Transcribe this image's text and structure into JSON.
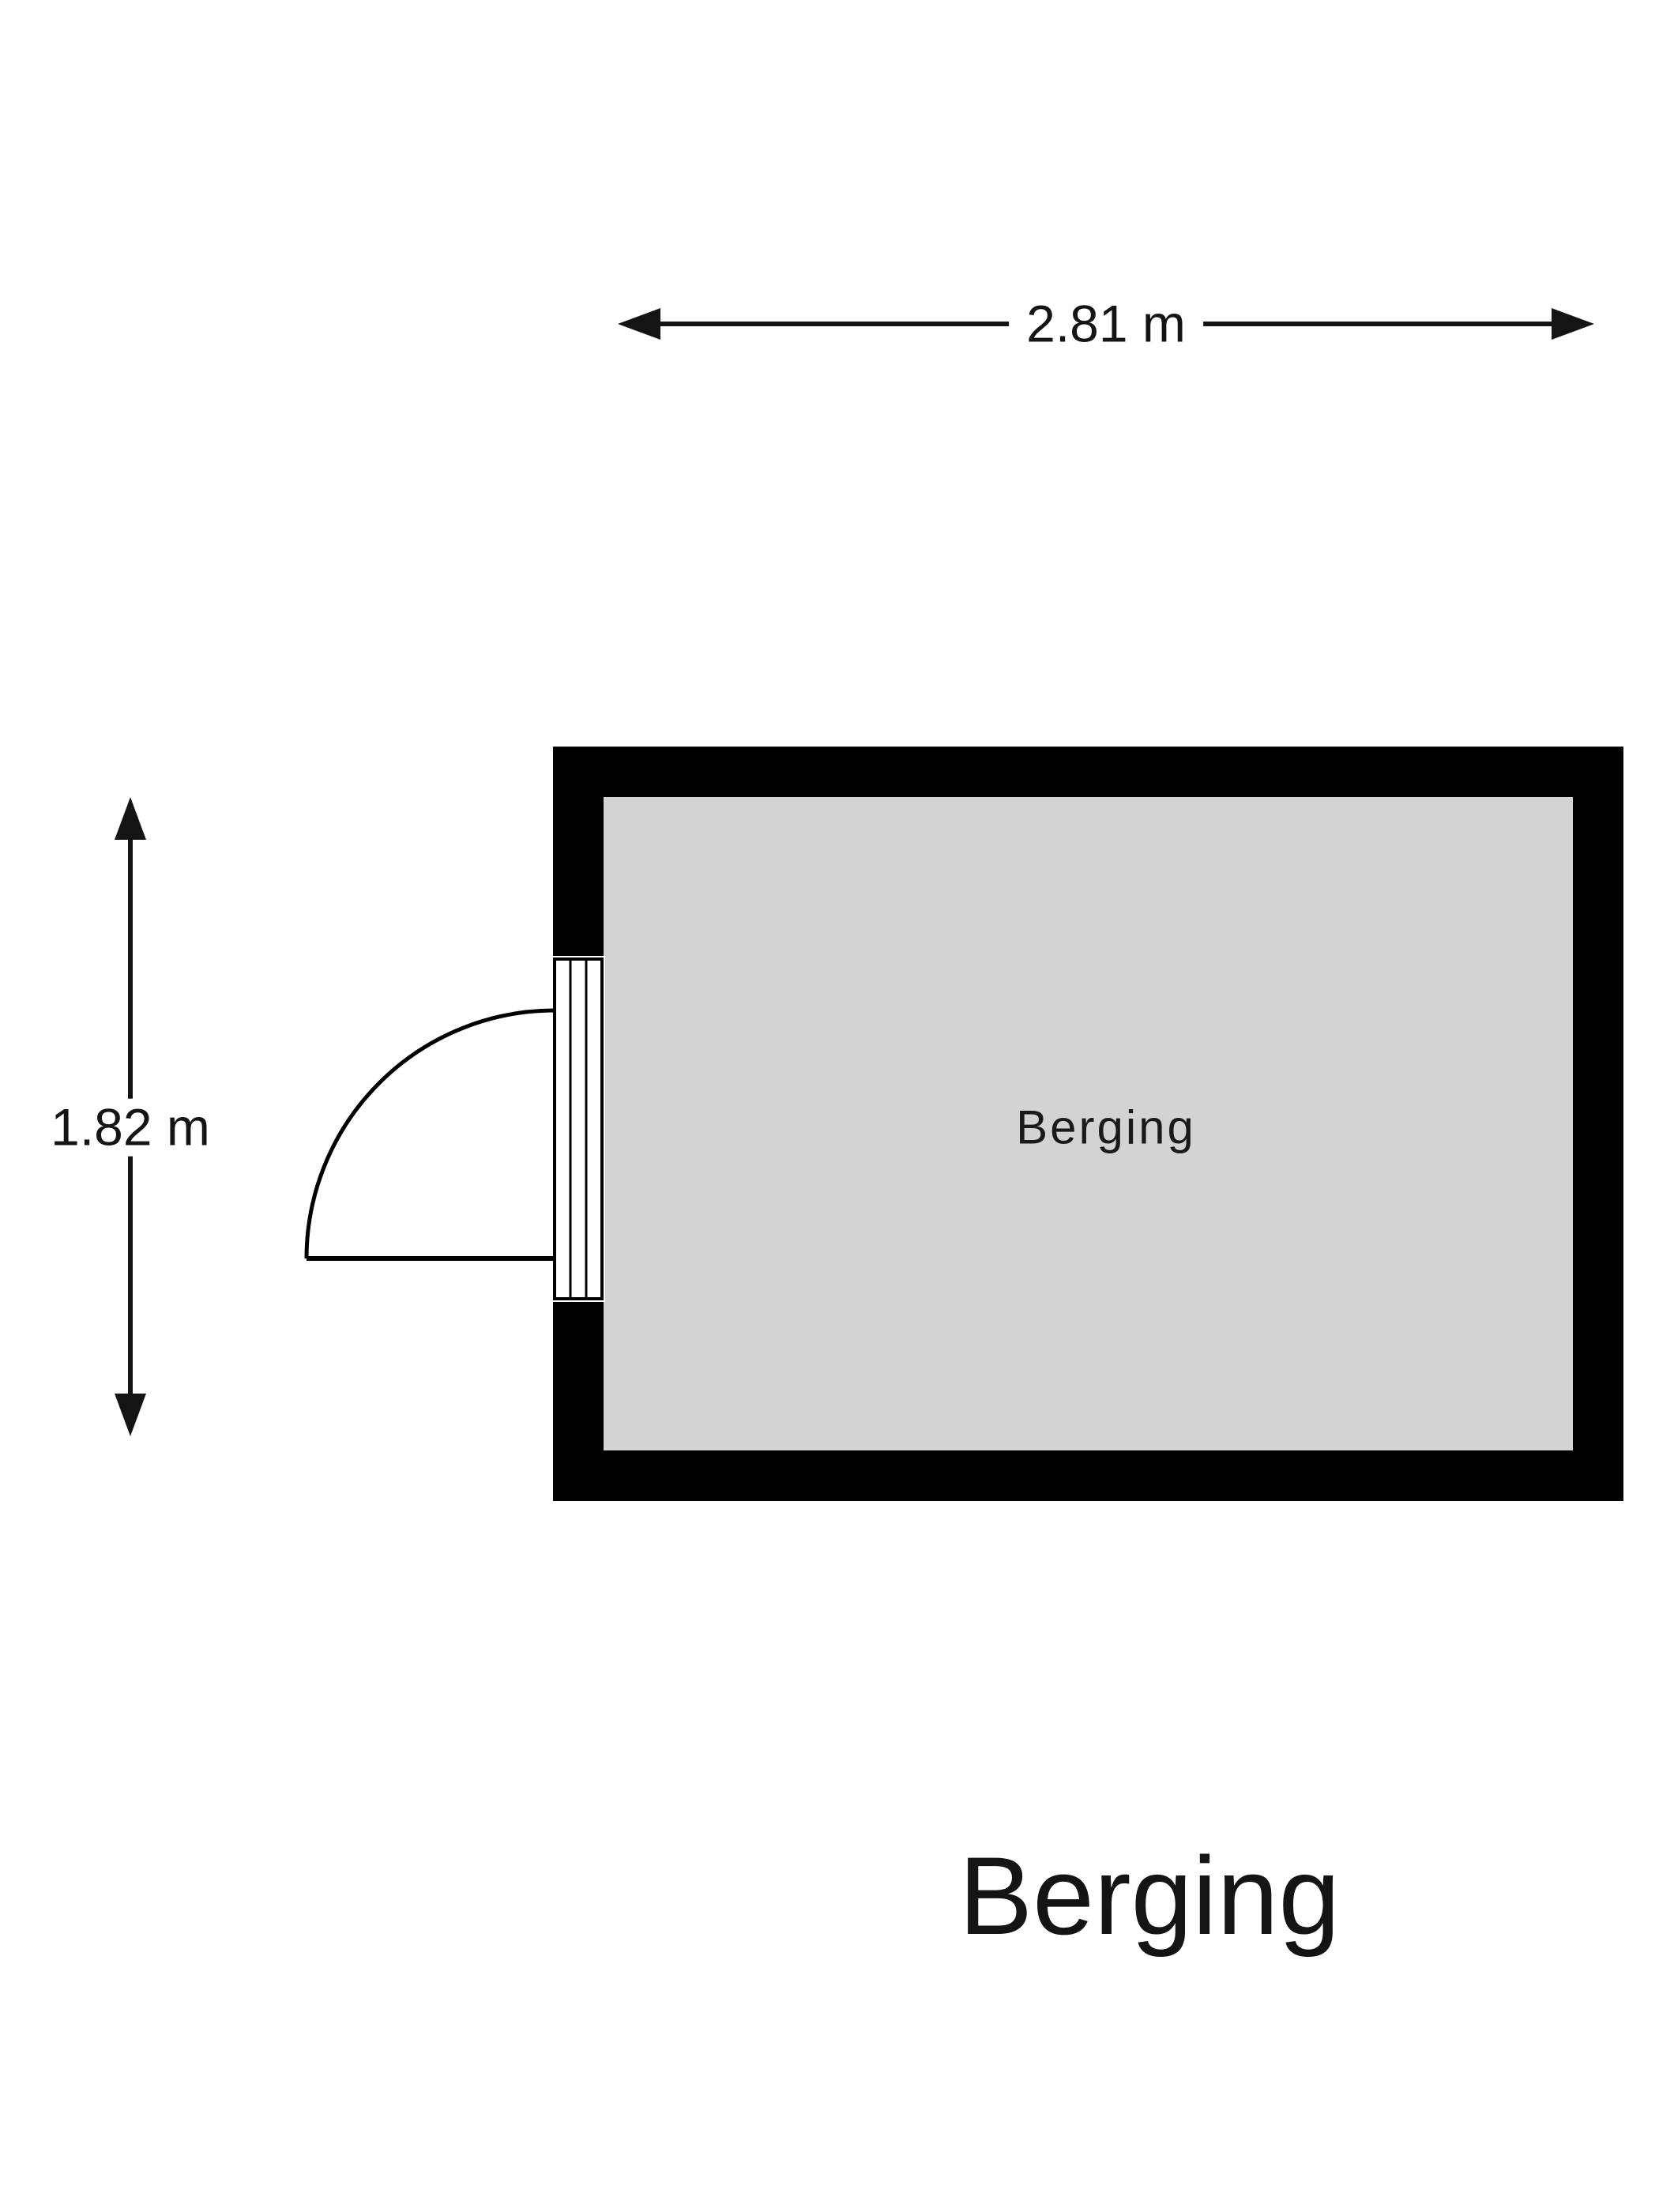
{
  "title": "Berging",
  "room": {
    "label": "Berging"
  },
  "dimensions": {
    "width_label": "2.81 m",
    "height_label": "1.82 m"
  },
  "colors": {
    "wall": "#000000",
    "floor": "#d3d3d3",
    "line": "#000000",
    "background": "#ffffff"
  }
}
